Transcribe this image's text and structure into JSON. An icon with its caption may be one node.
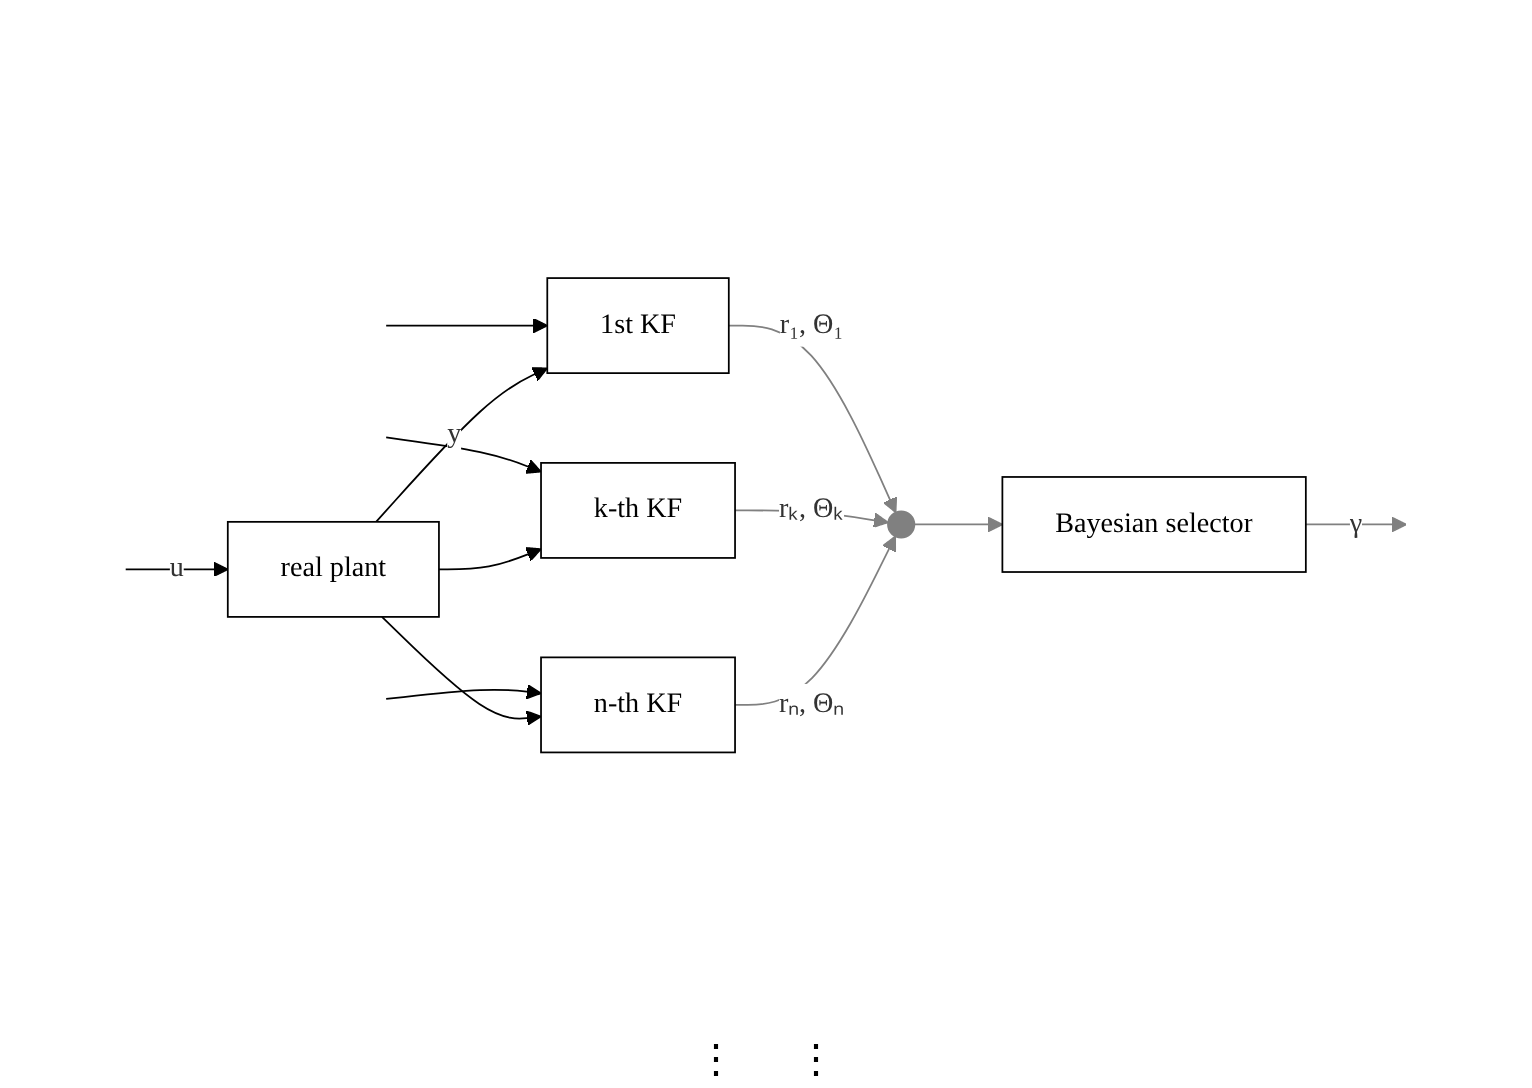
{
  "diagram": {
    "nodes": [
      {
        "text": [
          "real plant"
        ]
      },
      {
        "text": [
          "1st KF"
        ]
      },
      {
        "text": [
          "k-th KF"
        ]
      },
      {
        "text": [
          "n-th KF"
        ]
      },
      {
        "text": [
          "Bayesian selector"
        ]
      },
      {
        "text": [],
        "shape": "circle"
      }
    ],
    "edges": [
      {
        "from": null,
        "to": 0,
        "arrow": "to",
        "label": "u"
      },
      {
        "from": null,
        "to": 1,
        "arrow": "to"
      },
      {
        "from": null,
        "to": 2,
        "arrow": "to"
      },
      {
        "from": null,
        "to": 3,
        "arrow": "to"
      },
      {
        "from": 0,
        "to": 1,
        "arrow": "to",
        "label": "y"
      },
      {
        "from": 0,
        "to": 2,
        "arrow": "to"
      },
      {
        "from": 0,
        "to": 3,
        "arrow": "to"
      },
      {
        "from": 1,
        "to": 5,
        "arrow": "to",
        "label": "r₁, Θ₁",
        "color": "#808080"
      },
      {
        "from": 2,
        "to": 5,
        "arrow": "to",
        "label": "rₖ, Θₖ",
        "color": "#808080"
      },
      {
        "from": 3,
        "to": 5,
        "arrow": "to",
        "label": "rₙ, Θₙ",
        "color": "#808080"
      },
      {
        "from": 5,
        "to": 4,
        "arrow": "to",
        "color": "#808080"
      },
      {
        "from": 4,
        "to": null,
        "arrow": "to",
        "label": "γ",
        "color": "#808080"
      }
    ],
    "labels": [
      "⋮",
      "⋮"
    ]
  }
}
